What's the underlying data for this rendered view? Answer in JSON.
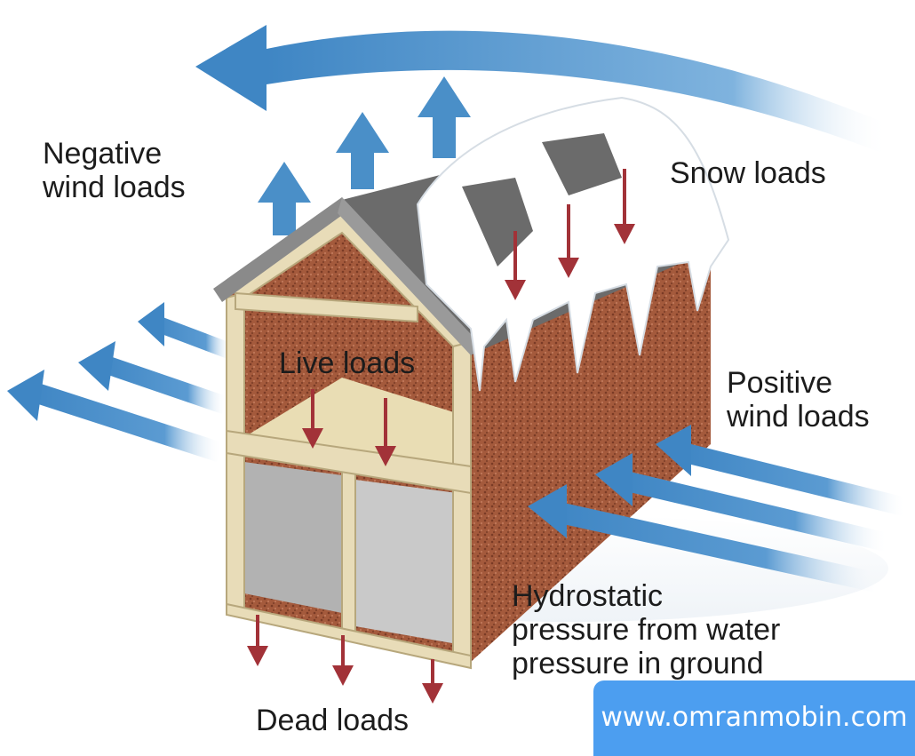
{
  "labels": {
    "negative_wind": [
      "Negative",
      "wind loads"
    ],
    "snow": "Snow loads",
    "live": "Live loads",
    "positive_wind": [
      "Positive",
      "wind loads"
    ],
    "hydrostatic": [
      "Hydrostatic",
      "pressure from water",
      "pressure in ground"
    ],
    "dead": "Dead loads"
  },
  "watermark": "www.omranmobin.com",
  "colors": {
    "wind_arrow": "#4a8fc8",
    "load_arrow": "#a23238",
    "brick": "#a85a3e",
    "frame": "#e8dcb8",
    "roof": "#6b6b6b",
    "snow": "#ffffff"
  }
}
